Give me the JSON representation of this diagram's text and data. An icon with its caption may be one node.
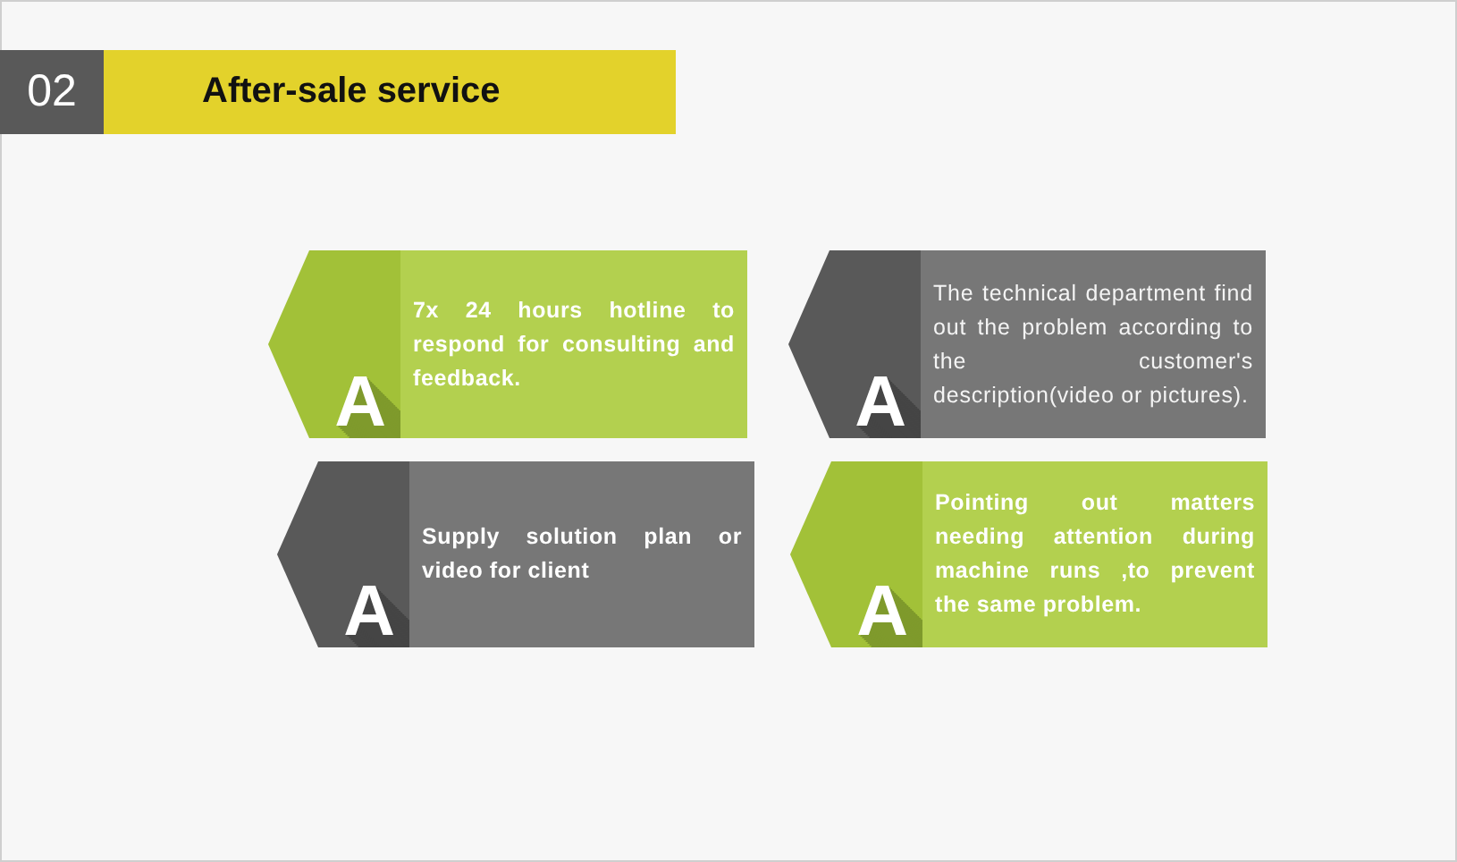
{
  "diagram": {
    "nodes": [
      {
        "text": [
          "02"
        ]
      },
      {
        "text": [
          "After-sale service"
        ]
      },
      {
        "text": [
          "A",
          "7x 24 hours hotline to respond for consulting and feedback."
        ]
      },
      {
        "text": [
          "A",
          "The technical department find out the problem according to the customer's description(video or pictures)."
        ]
      },
      {
        "text": [
          "A",
          "Supply solution plan or video for client"
        ]
      },
      {
        "text": [
          "A",
          "Pointing out matters needing attention during machine runs ,to prevent the same problem."
        ]
      }
    ]
  }
}
